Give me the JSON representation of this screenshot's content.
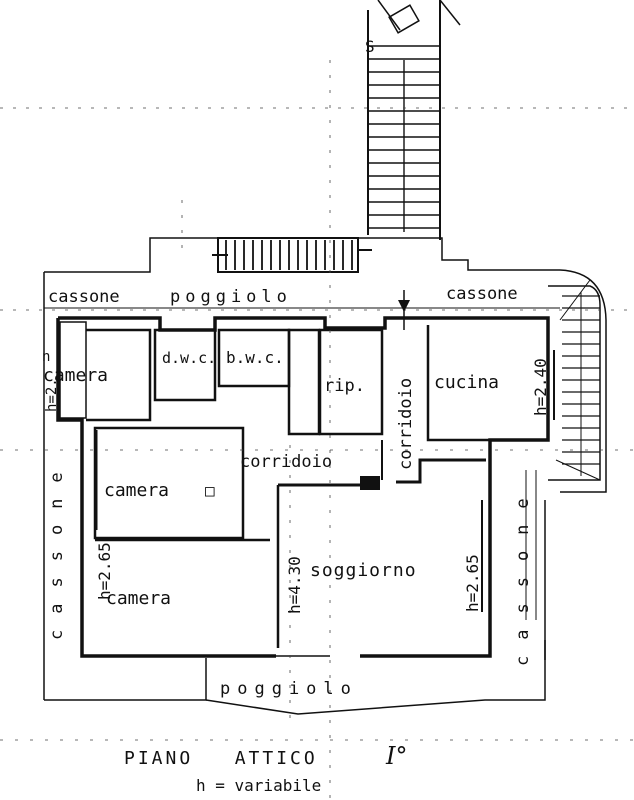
{
  "title": "PIANO   ATTICO",
  "floor_numeral": "I°",
  "height_note": "h = variabile",
  "rooms": {
    "camera_nw": "camera",
    "camera_nw_prefix": "n",
    "dwc": "d.w.c.",
    "bwc": "b.w.c.",
    "rip": "rip.",
    "cucina": "cucina",
    "corridoio_v": "corridoio",
    "corridoio_h": "corridoio",
    "camera_mid": "camera",
    "camera_mid_mark": "□",
    "camera_sw": "camera",
    "soggiorno": "soggiorno"
  },
  "terraces": {
    "cassone_top_left": "cassone",
    "poggiolo_top": "poggiolo",
    "cassone_top_right": "cassone",
    "cassone_left": "cassone",
    "cassone_right": "cassone",
    "poggiolo_bottom": "poggiolo"
  },
  "heights": {
    "cucina": "h=2.40",
    "camera_mid": "h=2.65",
    "soggiorno_left": "h=4.30",
    "soggiorno_right": "h=2.65",
    "camera_nw": "h=2."
  },
  "stair_label": "S"
}
